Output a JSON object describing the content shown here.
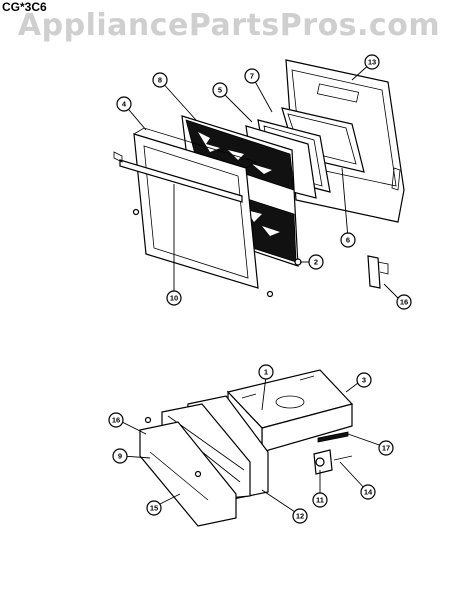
{
  "header": {
    "model": "CG*3C6",
    "watermark": "AppliancePartsPros.com"
  },
  "callouts": {
    "c13": "13",
    "c7a": "7",
    "c8": "8",
    "c5": "5",
    "c4": "4",
    "c6": "6",
    "c2": "2",
    "c10": "10",
    "c16a": "16",
    "c1": "1",
    "c3": "3",
    "c16b": "16",
    "c9": "9",
    "c17": "17",
    "c14": "14",
    "c11": "11",
    "c12": "12",
    "c15": "15"
  }
}
